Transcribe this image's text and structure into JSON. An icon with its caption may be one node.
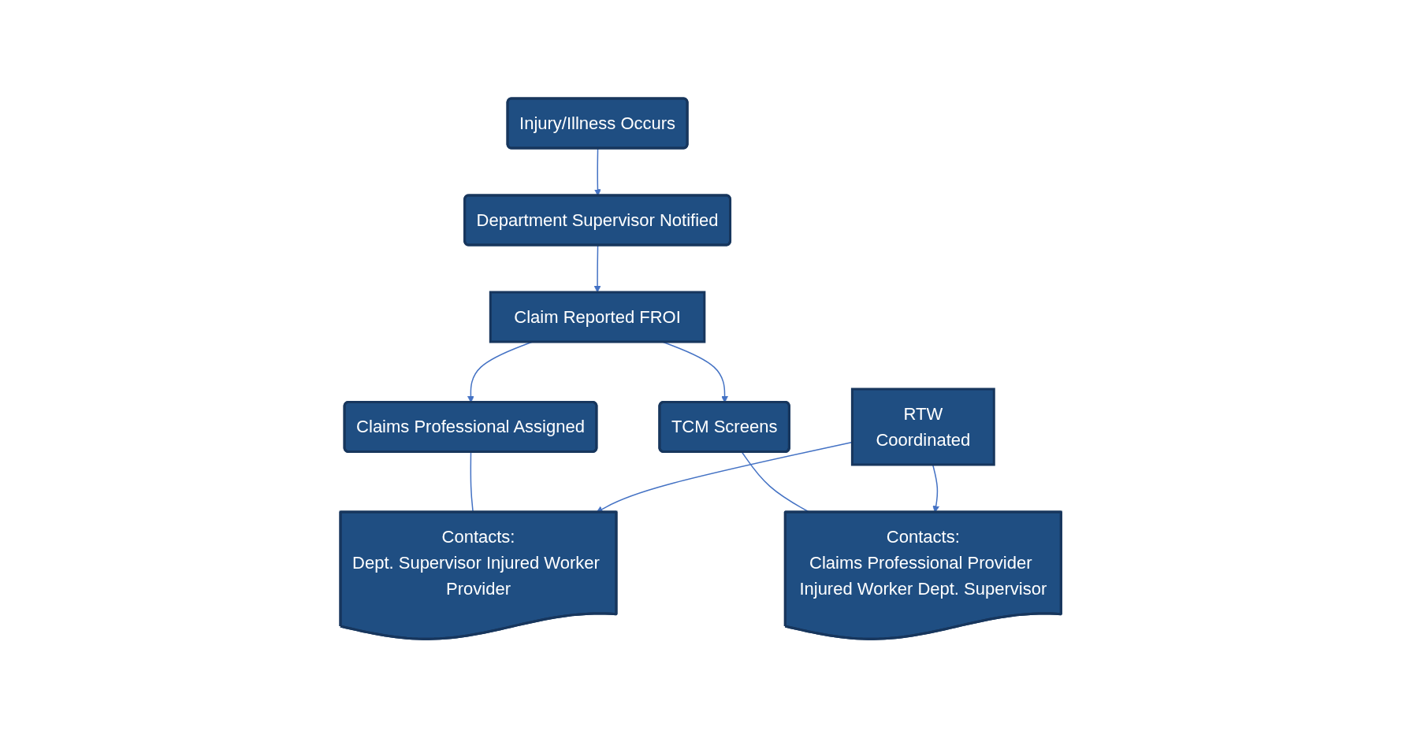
{
  "diagram": {
    "nodes": [
      {
        "text": [
          "Injury/Illness Occurs"
        ]
      },
      {
        "text": [
          "Department Supervisor Notified"
        ]
      },
      {
        "text": [
          "Claim Reported FROI"
        ]
      },
      {
        "text": [
          "Claims Professional Assigned"
        ]
      },
      {
        "text": [
          "TCM Screens"
        ]
      },
      {
        "text": [
          "Contacts:",
          "Dept. Supervisor Injured Worker Provider"
        ]
      },
      {
        "text": [
          "RTW",
          "Coordinated"
        ]
      },
      {
        "text": [
          "Contacts:",
          "Claims Professional Provider Injured Worker Dept. Supervisor"
        ]
      }
    ],
    "edges": [
      {
        "from": 0,
        "to": 1,
        "arrow": "to"
      },
      {
        "from": 1,
        "to": 2,
        "arrow": "to"
      },
      {
        "from": 2,
        "to": 3,
        "arrow": "to"
      },
      {
        "from": 2,
        "to": 4,
        "arrow": "to"
      },
      {
        "from": 3,
        "to": 5,
        "arrow": "none"
      },
      {
        "from": 4,
        "to": 7,
        "arrow": "none"
      },
      {
        "from": 6,
        "to": 5,
        "arrow": "to"
      },
      {
        "from": 6,
        "to": 7,
        "arrow": "to"
      }
    ]
  }
}
